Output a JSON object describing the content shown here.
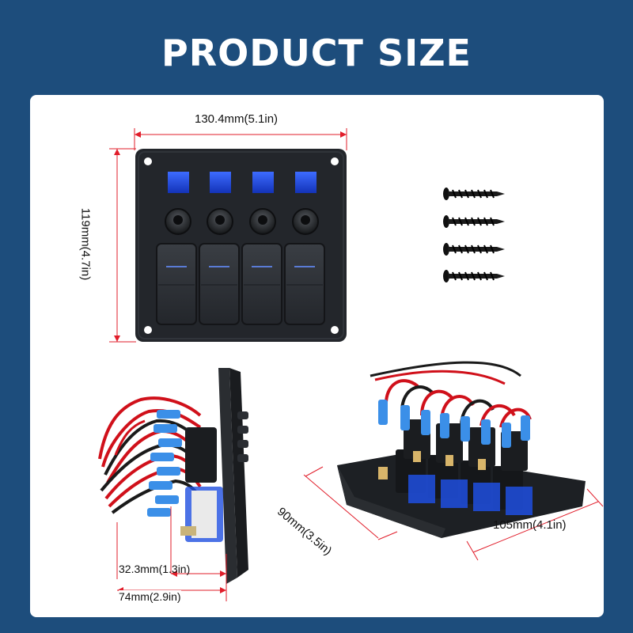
{
  "title": "PRODUCT SIZE",
  "dims": {
    "front_width": "130.4mm(5.1in)",
    "front_height": "119mm(4.7in)",
    "side_depth_inner": "32.3mm(1.3in)",
    "side_depth_total": "74mm(2.9in)",
    "back_depth": "90mm(3.5in)",
    "back_width": "105mm(4.1in)"
  },
  "colors": {
    "background": "#1d4d7c",
    "dimension_line": "#e11d2a",
    "led_blue": "#1f4fe0",
    "panel": "#23262b",
    "wire_red": "#d0101a"
  }
}
